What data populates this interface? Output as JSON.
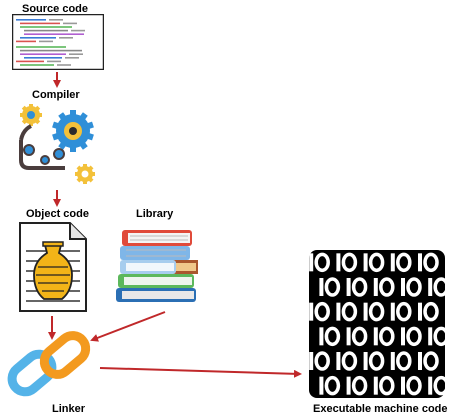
{
  "nodes": {
    "source_code": "Source code",
    "compiler": "Compiler",
    "object_code": "Object code",
    "library": "Library",
    "linker": "Linker",
    "executable": "Executable machine code"
  },
  "colors": {
    "arrow": "#c0282a",
    "gear_blue": "#2f8fd8",
    "gear_yellow": "#f3c13a",
    "belt": "#4a3d3d",
    "link_orange": "#f39a1f",
    "link_blue": "#54b3e8",
    "binary_bg": "#000000",
    "binary_fg": "#ffffff"
  },
  "icons": {
    "source_code": "code-document-icon",
    "compiler": "gears-icon",
    "object_code": "object-file-icon",
    "library": "books-icon",
    "linker": "chain-link-icon",
    "executable": "binary-code-icon"
  }
}
